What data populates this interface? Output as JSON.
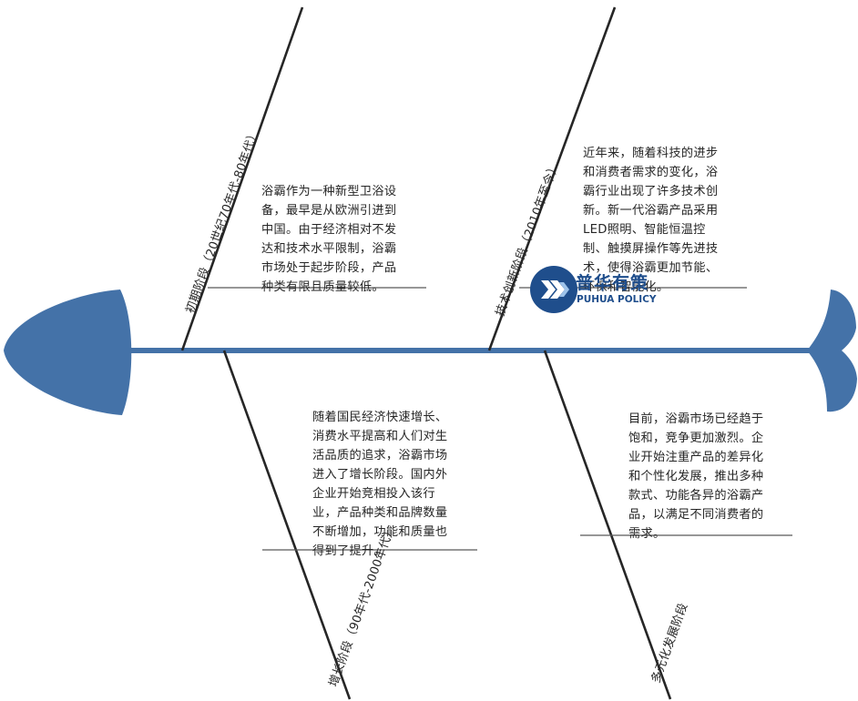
{
  "colors": {
    "spine": "#4472a8",
    "bone": "#262626",
    "underline": "#595959",
    "logo": "#1f4e8c"
  },
  "stages": [
    {
      "title": "初期阶段（20世纪70年代-80年代）",
      "lines": [
        "浴霸作为一种新型卫浴设",
        "备，最早是从欧洲引进到",
        "中国。由于经济相对不发",
        "达和技术水平限制，浴霸",
        "市场处于起步阶段，产品",
        "种类有限且质量较低。"
      ]
    },
    {
      "title": "技术创新阶段（2010年至今）",
      "lines": [
        "近年来，随着科技的进步",
        "和消费者需求的变化，浴",
        "霸行业出现了许多技术创",
        "新。新一代浴霸产品采用",
        "LED照明、智能恒温控",
        "制、触摸屏操作等先进技",
        "术，使得浴霸更加节能、",
        "环保和智能化。"
      ]
    },
    {
      "title": "增长阶段（90年代-2000年代）",
      "lines": [
        "随着国民经济快速增长、",
        "消费水平提高和人们对生",
        "活品质的追求，浴霸市场",
        "进入了增长阶段。国内外",
        "企业开始竞相投入该行",
        "业，产品种类和品牌数量",
        "不断增加，功能和质量也",
        "得到了提升。"
      ]
    },
    {
      "title": "多元化发展阶段",
      "lines": [
        "目前，浴霸市场已经趋于",
        "饱和，竞争更加激烈。企",
        "业开始注重产品的差异化",
        "和个性化发展，推出多种",
        "款式、功能各异的浴霸产",
        "品，以满足不同消费者的",
        "需求。"
      ]
    }
  ],
  "watermark": {
    "name_cn": "普华有策",
    "name_en": "PUHUA POLICY"
  }
}
